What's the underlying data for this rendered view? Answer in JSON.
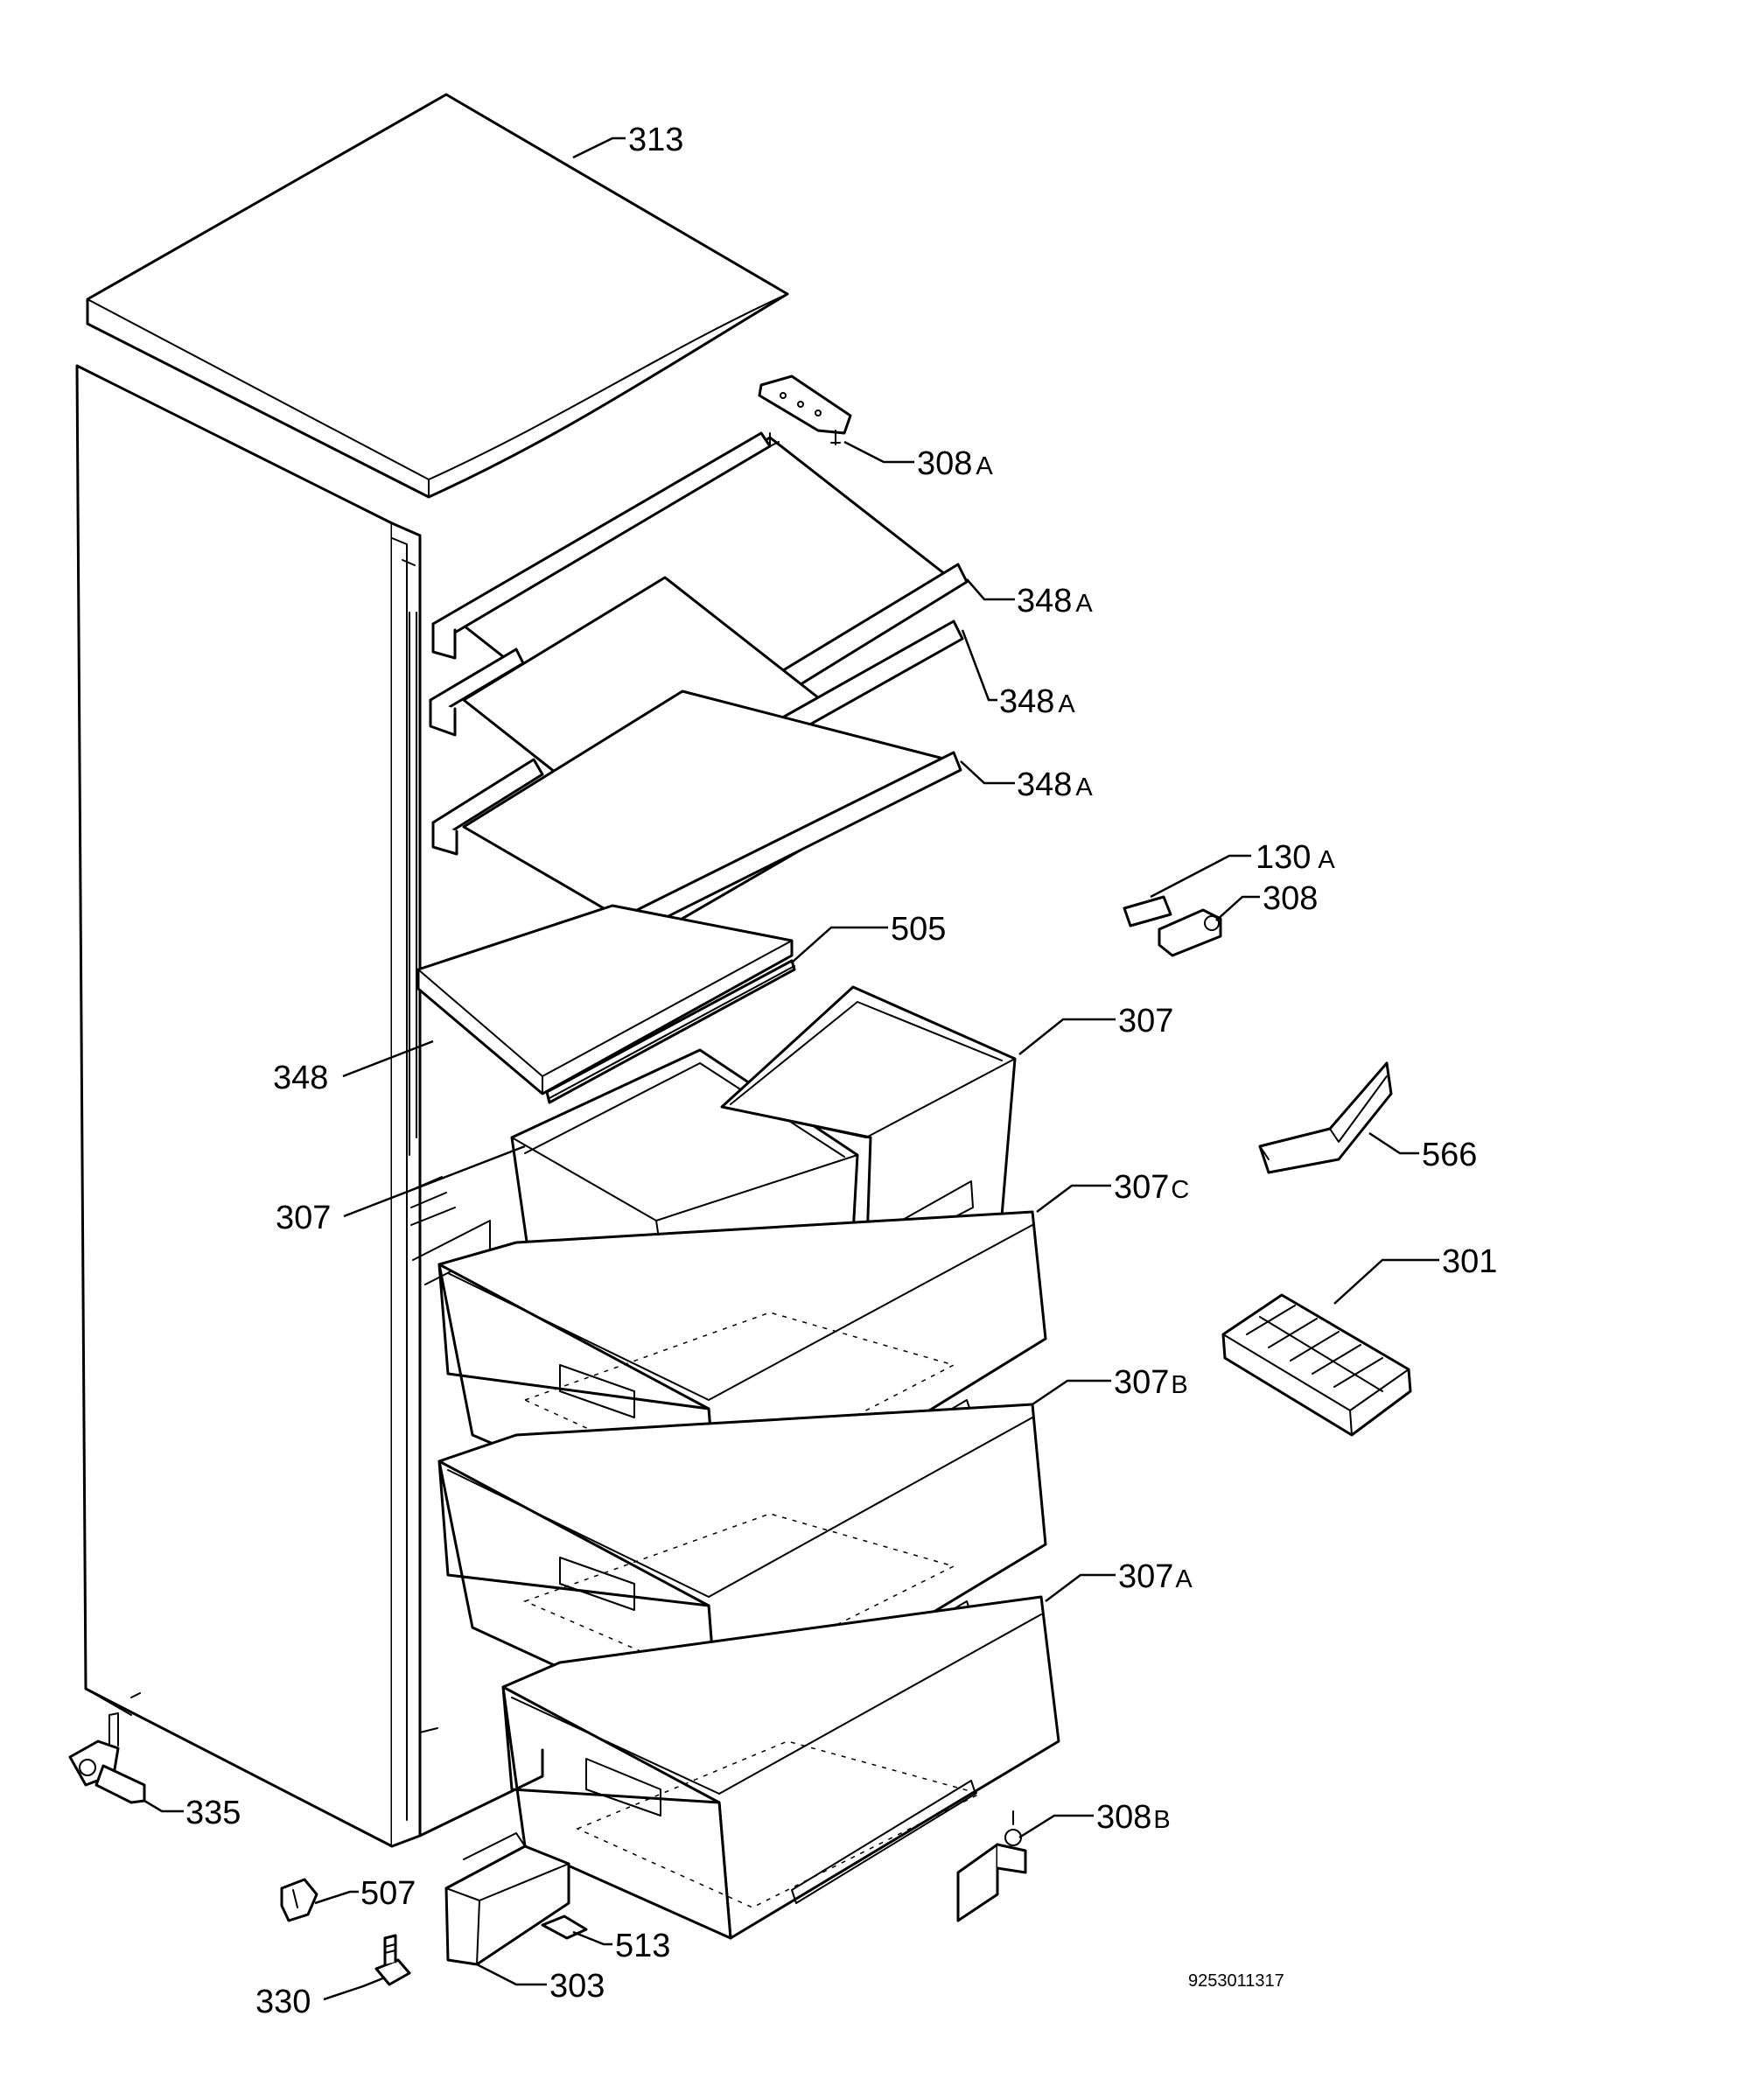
{
  "diagram": {
    "document_number": "9253011317",
    "callouts": {
      "c313": {
        "num": "313",
        "suffix": ""
      },
      "c308a": {
        "num": "308",
        "suffix": "A"
      },
      "c348a1": {
        "num": "348",
        "suffix": "A"
      },
      "c348a2": {
        "num": "348",
        "suffix": "A"
      },
      "c348a3": {
        "num": "348",
        "suffix": "A"
      },
      "c130a": {
        "num": "130",
        "suffix": "A"
      },
      "c308": {
        "num": "308",
        "suffix": ""
      },
      "c505": {
        "num": "505",
        "suffix": ""
      },
      "c307r": {
        "num": "307",
        "suffix": ""
      },
      "c348": {
        "num": "348",
        "suffix": ""
      },
      "c566": {
        "num": "566",
        "suffix": ""
      },
      "c307l": {
        "num": "307",
        "suffix": ""
      },
      "c307c": {
        "num": "307",
        "suffix": "C"
      },
      "c301": {
        "num": "301",
        "suffix": ""
      },
      "c307b": {
        "num": "307",
        "suffix": "B"
      },
      "c307a": {
        "num": "307",
        "suffix": "A"
      },
      "c335": {
        "num": "335",
        "suffix": ""
      },
      "c308b": {
        "num": "308",
        "suffix": "B"
      },
      "c507": {
        "num": "507",
        "suffix": ""
      },
      "c513": {
        "num": "513",
        "suffix": ""
      },
      "c330": {
        "num": "330",
        "suffix": ""
      },
      "c303": {
        "num": "303",
        "suffix": ""
      }
    }
  }
}
